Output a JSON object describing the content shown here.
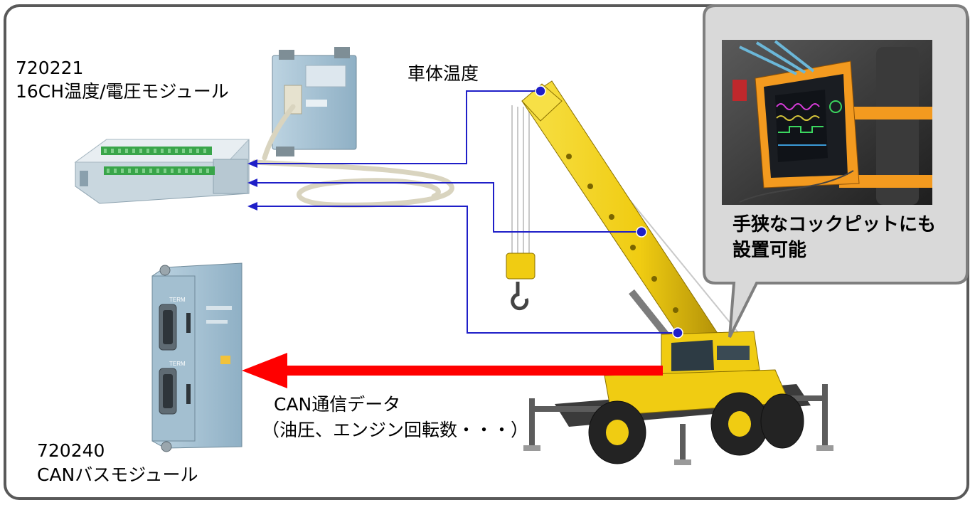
{
  "module_temp": {
    "part_number": "720221",
    "name": "16CH温度/電圧モジュール"
  },
  "module_can": {
    "part_number": "720240",
    "name": "CANバスモジュール"
  },
  "signal_temp": {
    "label": "車体温度"
  },
  "signal_can": {
    "label": "CAN通信データ",
    "detail": "（油圧、エンジン回転数・・・）"
  },
  "callout": {
    "line1": "手狭なコックピットにも",
    "line2": "設置可能"
  },
  "module_labels": {
    "term_top": "TERM",
    "term_bottom": "TERM"
  },
  "colors": {
    "frame": "#595959",
    "temp_wire": "#1f1fc8",
    "can_arrow": "#ff0000",
    "crane_yellow": "#f3d419",
    "module_blue": "#a7c3d4",
    "instrument_orange": "#f39a1f"
  }
}
